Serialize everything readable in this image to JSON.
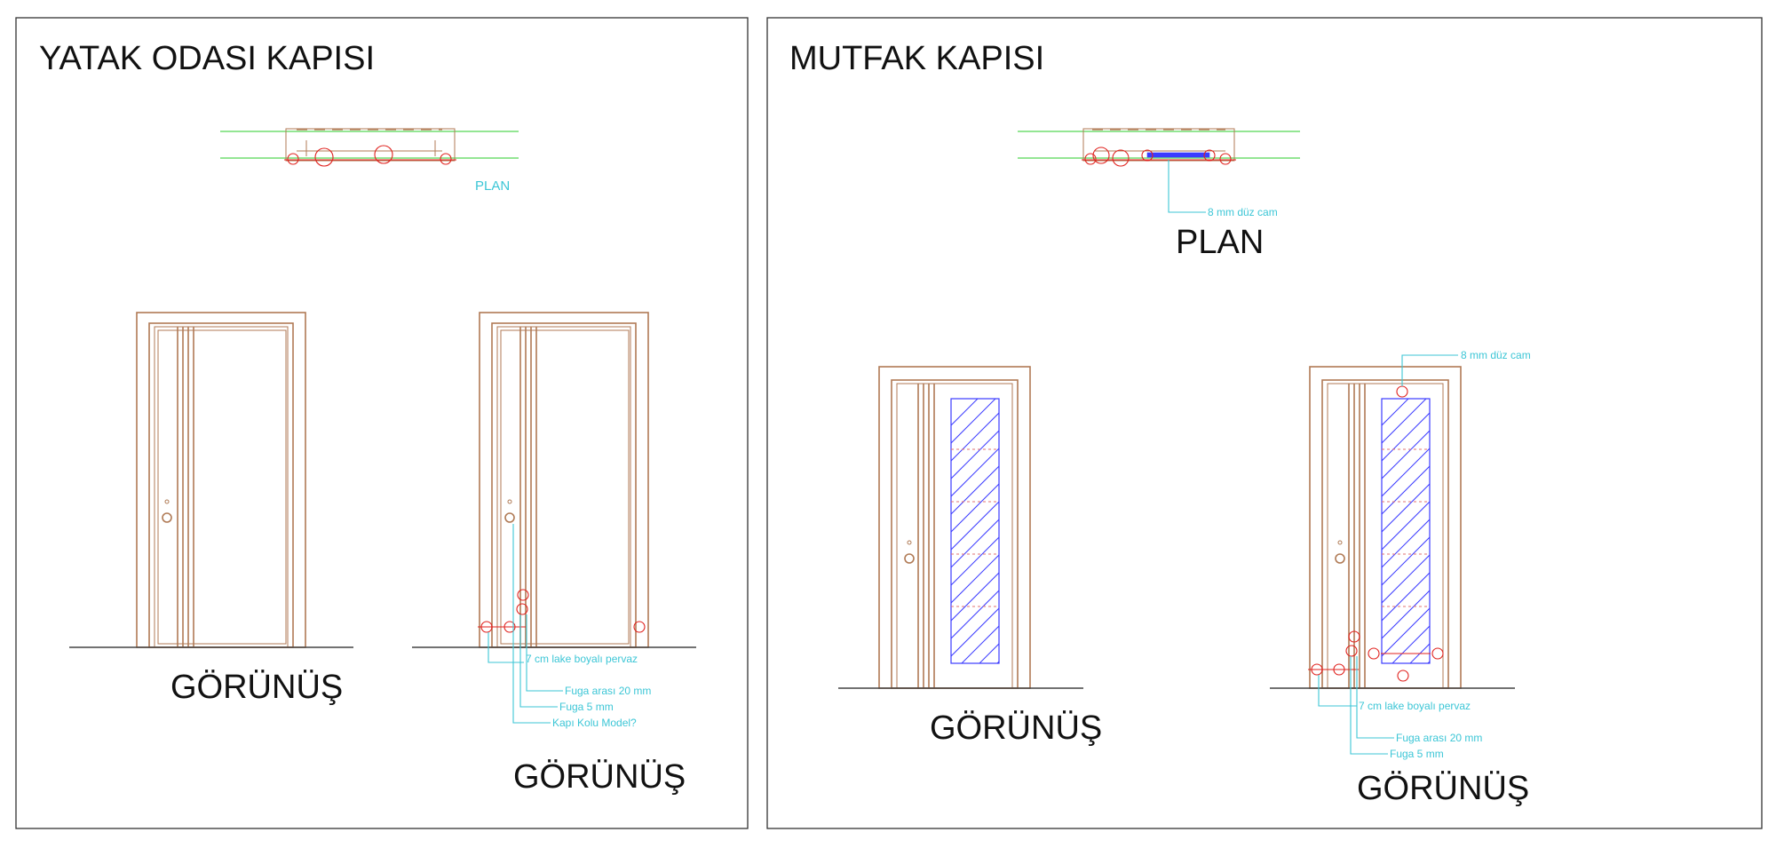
{
  "panels": {
    "left": {
      "title": "YATAK ODASI KAPISI",
      "plan_label": "PLAN",
      "view1_label": "GÖRÜNÜŞ",
      "view2_label": "GÖRÜNÜŞ",
      "notes": [
        "7 cm lake boyalı pervaz",
        "Fuga arası 20 mm",
        "Fuga 5 mm",
        "Kapı Kolu Model?"
      ]
    },
    "right": {
      "title": "MUTFAK KAPISI",
      "plan_label": "PLAN",
      "plan_note": "8 mm düz cam",
      "view1_label": "GÖRÜNÜŞ",
      "view2_label": "GÖRÜNÜŞ",
      "glass_note": "8 mm düz cam",
      "notes": [
        "7 cm lake boyalı pervaz",
        "Fuga arası 20 mm",
        "Fuga 5 mm"
      ]
    }
  },
  "colors": {
    "frame": "#b07a55",
    "annotation": "#3cc6d6",
    "tag": "#e0221e",
    "glass_hatch": "#3b3bff",
    "wall": "#55d655"
  }
}
